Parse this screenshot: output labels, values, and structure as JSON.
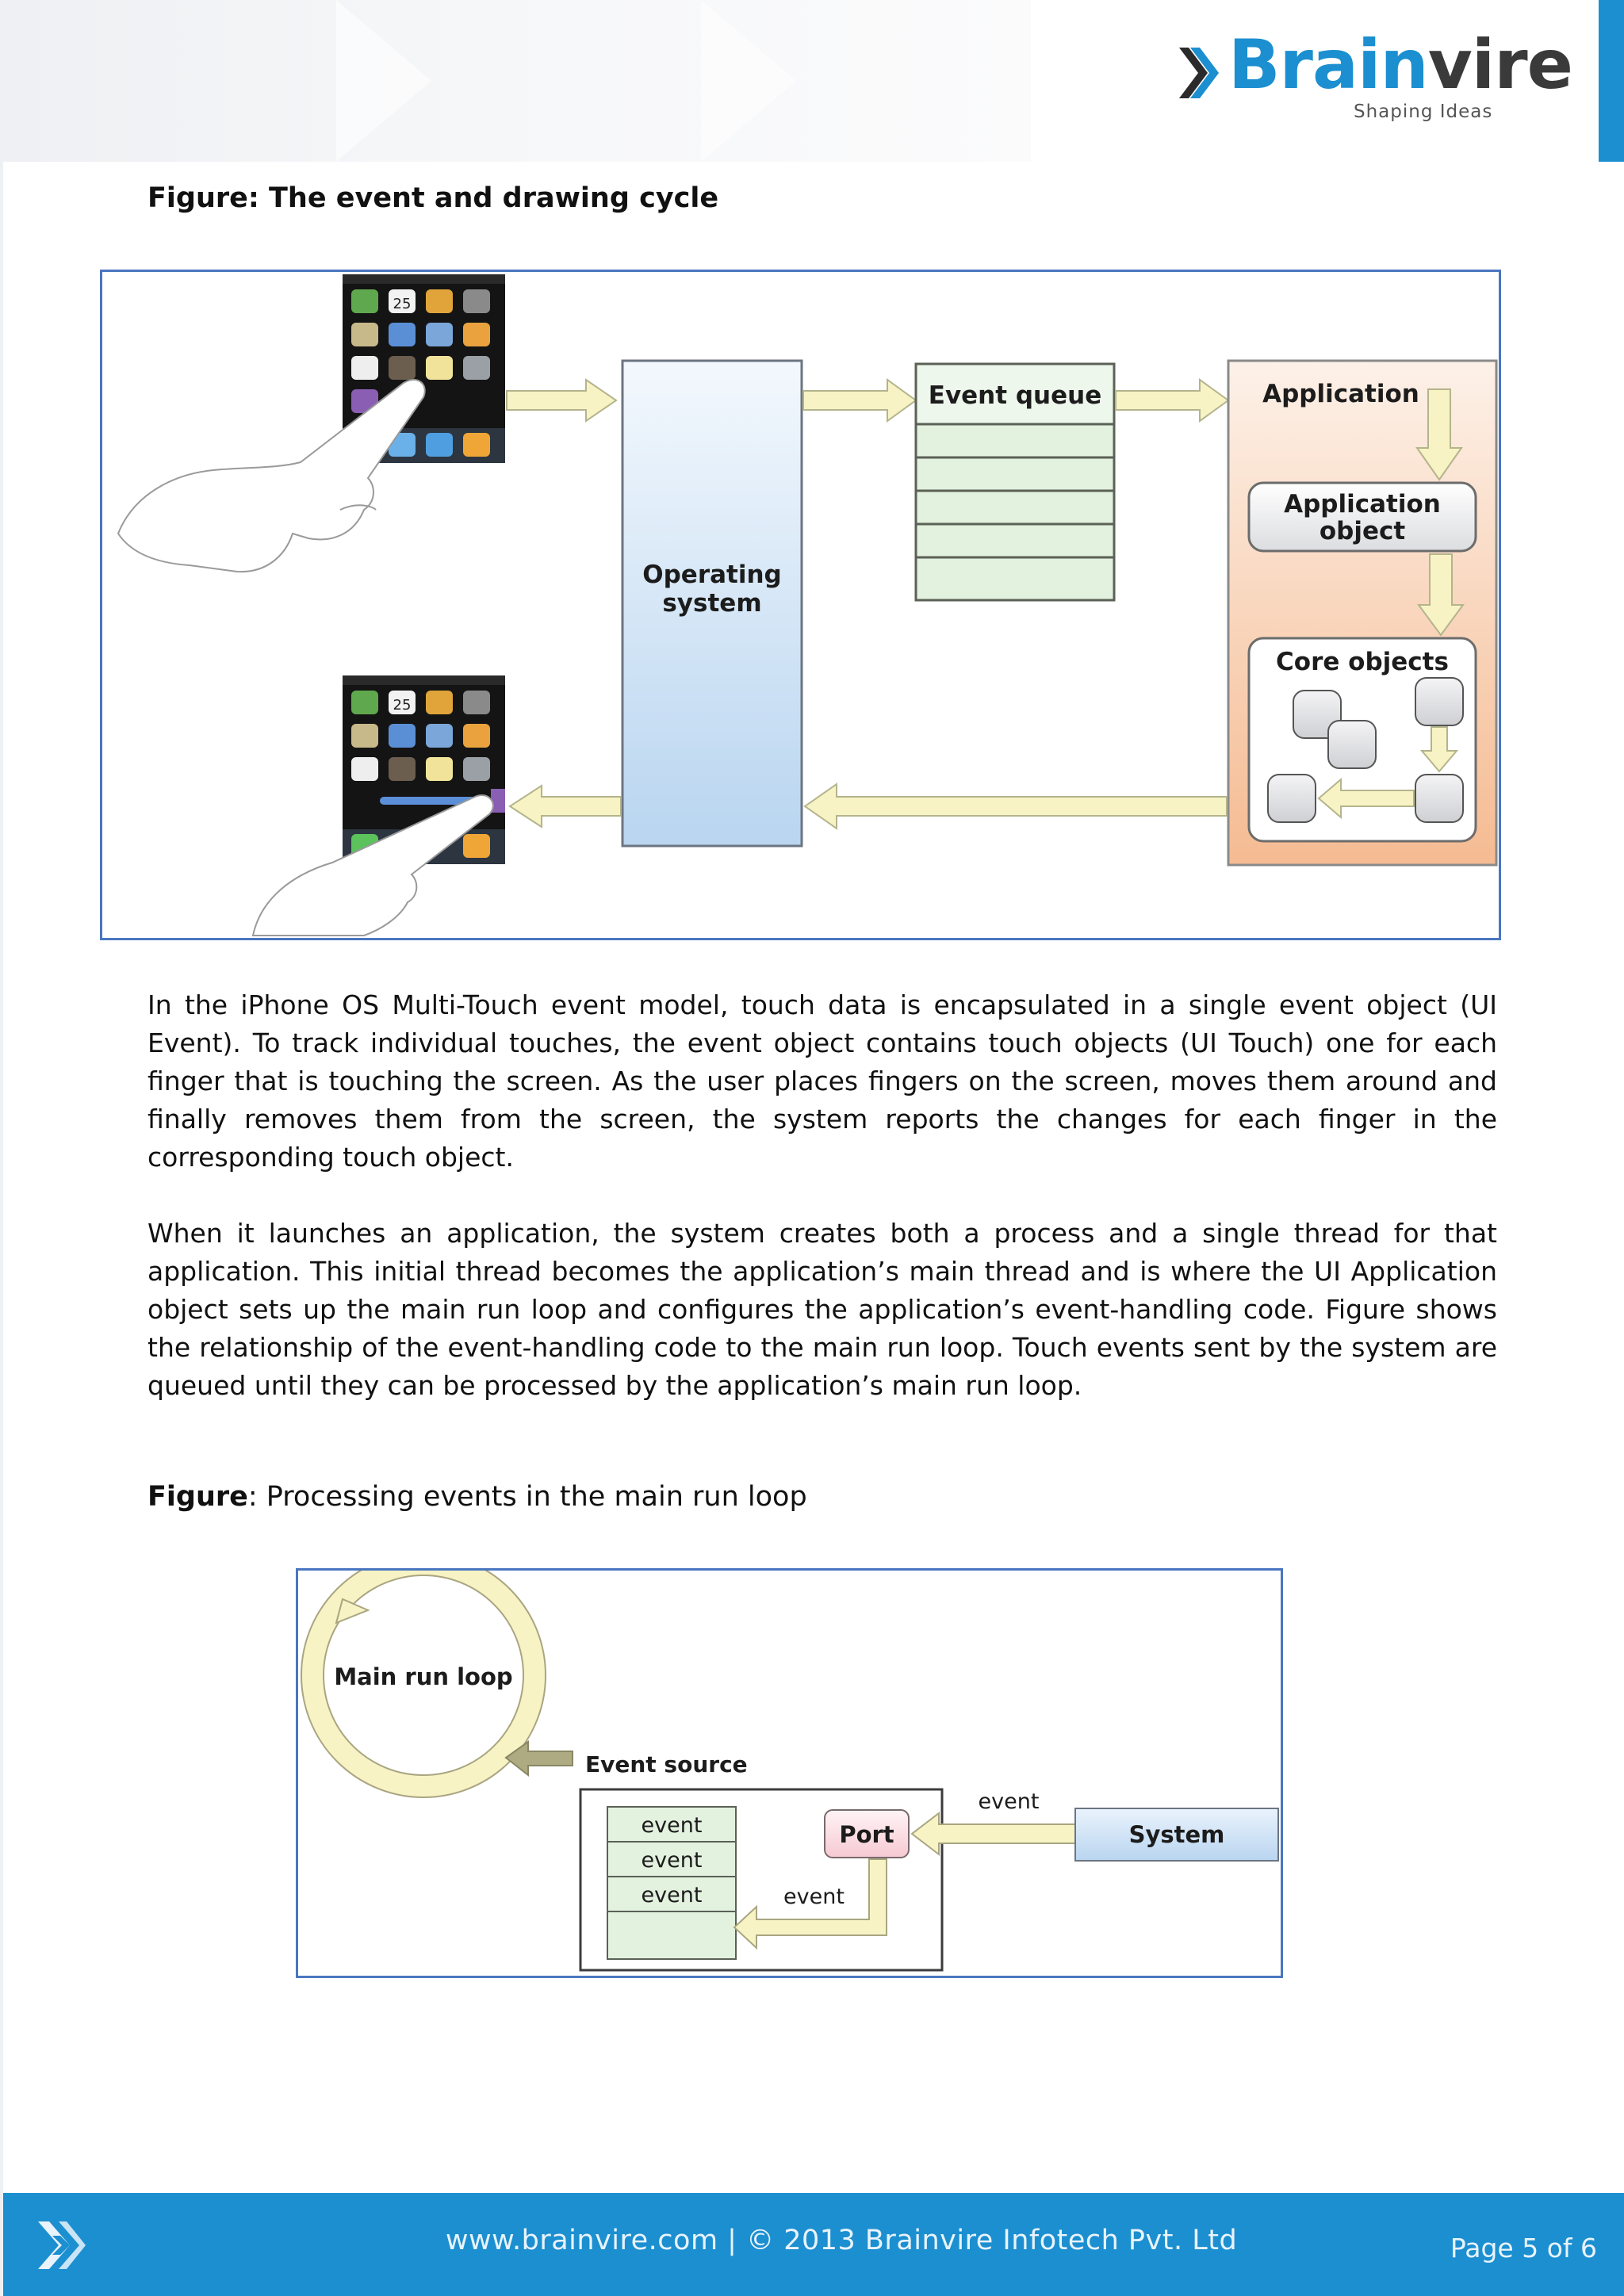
{
  "header": {
    "logo_brand_part1": "Brain",
    "logo_brand_part2": "vire",
    "logo_tagline": "Shaping Ideas"
  },
  "figure1": {
    "caption": "Figure: The event and drawing cycle",
    "operating_system_line1": "Operating",
    "operating_system_line2": "system",
    "event_queue_label": "Event queue",
    "application_label": "Application",
    "application_object_line1": "Application",
    "application_object_line2": "object",
    "core_objects_label": "Core objects",
    "phone_calendar_date": "25"
  },
  "body": {
    "paragraph1": "In the iPhone OS Multi-Touch event model, touch data is encapsulated in a single event object (UI Event). To track individual touches, the event object contains touch objects (UI Touch) one for each finger that is touching the screen. As the user places fingers on the screen, moves them around and finally removes them from the screen, the system reports the changes for each finger in the corresponding touch object.",
    "paragraph2": "When it launches an application, the system creates both a process and a single thread for that application. This initial thread becomes the application’s main thread and is where the UI Application object sets up the main run loop and configures the application’s event-handling code. Figure shows the relationship of the event-handling code to the main run loop. Touch events sent by the system are queued until they can be processed by the application’s main run loop."
  },
  "figure2": {
    "caption_bold": "Figure",
    "caption_rest": ": Processing events in the main run loop",
    "main_run_loop_label": "Main run loop",
    "event_source_label": "Event source",
    "queue_items": [
      "event",
      "event",
      "event"
    ],
    "port_label": "Port",
    "system_label": "System",
    "system_to_port_label": "event",
    "port_to_queue_label": "event"
  },
  "footer": {
    "text": "www.brainvire.com | © 2013 Brainvire Infotech Pvt. Ltd",
    "page": "Page 5 of 6"
  },
  "colors": {
    "brand_blue": "#1b8fd0",
    "frame_blue": "#4a76c0",
    "arrow_fill": "#f7f3c4",
    "queue_green": "#e3f1df",
    "os_blue": "#bcd8f1",
    "app_orange": "#f6c39b"
  }
}
